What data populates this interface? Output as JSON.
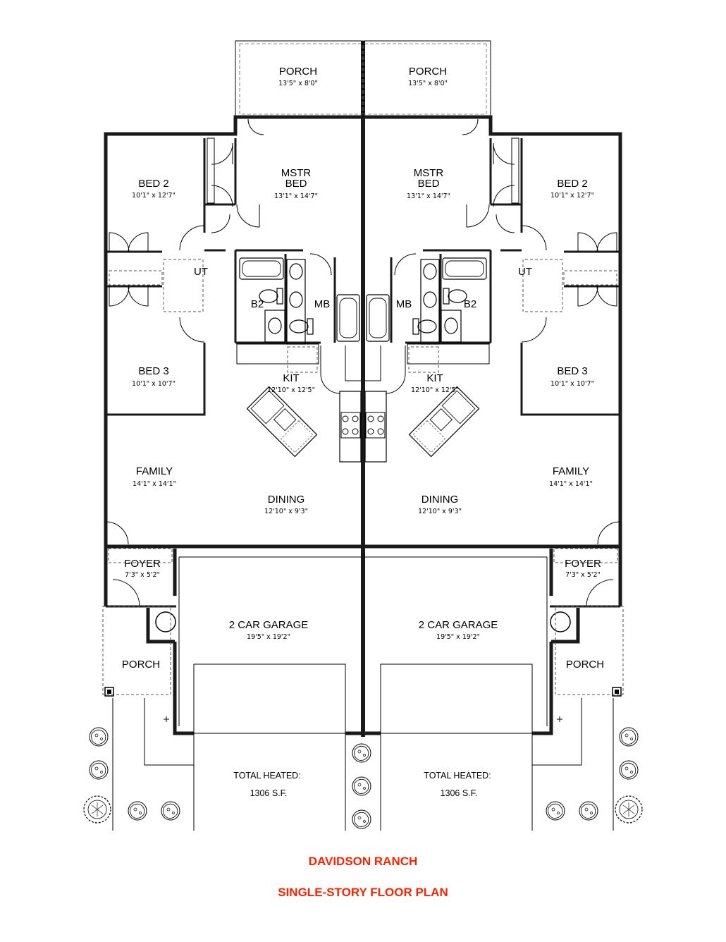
{
  "colors": {
    "title": "#ff2200",
    "wall": "#1a1a1a",
    "line": "#000000",
    "dashed": "#555555"
  },
  "title": "DAVIDSON RANCH",
  "subtitle": "SINGLE-STORY FLOOR PLAN",
  "left_unit": {
    "porch_rear": {
      "name": "PORCH",
      "dim": "13'5\" x 8'0\""
    },
    "master_bed": {
      "name_line1": "MSTR",
      "name_line2": "BED",
      "dim": "13'1\" x 14'7\""
    },
    "bed2": {
      "name": "BED 2",
      "dim": "10'1\" x 12'7\""
    },
    "utility": {
      "name": "UT"
    },
    "bath2": {
      "name": "B2"
    },
    "master_bath": {
      "name": "MB"
    },
    "bed3": {
      "name": "BED 3",
      "dim": "10'1\" x 10'7\""
    },
    "kitchen": {
      "name": "KIT",
      "dim": "12'10\" x 12'5\""
    },
    "family": {
      "name": "FAMILY",
      "dim": "14'1\" x 14'1\""
    },
    "dining": {
      "name": "DINING",
      "dim": "12'10\" x 9'3\""
    },
    "foyer": {
      "name": "FOYER",
      "dim": "7'3\" x 5'2\""
    },
    "garage": {
      "name": "2 CAR GARAGE",
      "dim": "19'5\" x 19'2\""
    },
    "porch_front": {
      "name": "PORCH"
    },
    "total_label": "TOTAL HEATED:",
    "total_value": "1306 S.F."
  },
  "right_unit": {
    "porch_rear": {
      "name": "PORCH",
      "dim": "13'5\" x 8'0\""
    },
    "master_bed": {
      "name_line1": "MSTR",
      "name_line2": "BED",
      "dim": "13'1\" x 14'7\""
    },
    "bed2": {
      "name": "BED 2",
      "dim": "10'1\" x 12'7\""
    },
    "utility": {
      "name": "UT"
    },
    "bath2": {
      "name": "B2"
    },
    "master_bath": {
      "name": "MB"
    },
    "bed3": {
      "name": "BED 3",
      "dim": "10'1\" x 10'7\""
    },
    "kitchen": {
      "name": "KIT",
      "dim": "12'10\" x 12'5\""
    },
    "family": {
      "name": "FAMILY",
      "dim": "14'1\" x 14'1\""
    },
    "dining": {
      "name": "DINING",
      "dim": "12'10\" x 9'3\""
    },
    "foyer": {
      "name": "FOYER",
      "dim": "7'3\" x 5'2\""
    },
    "garage": {
      "name": "2 CAR GARAGE",
      "dim": "19'5\" x 19'2\""
    },
    "porch_front": {
      "name": "PORCH"
    },
    "total_label": "TOTAL HEATED:",
    "total_value": "1306 S.F."
  }
}
